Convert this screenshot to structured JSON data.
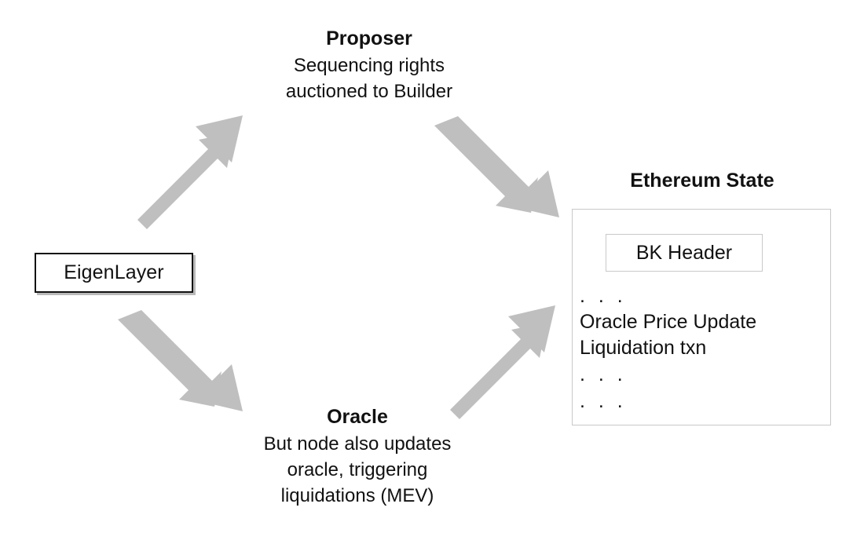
{
  "diagram": {
    "title": "EigenLayer proposer / oracle MEV flow",
    "background_color": "#ffffff",
    "arrow_color": "#bfbfbf",
    "text_color": "#111111",
    "box_border_color": "#c8c8c8"
  },
  "nodes": {
    "eigenlayer": {
      "label": "EigenLayer"
    },
    "proposer": {
      "title": "Proposer",
      "desc_line_1": "Sequencing rights",
      "desc_line_2": "auctioned to Builder"
    },
    "oracle": {
      "title": "Oracle",
      "desc_line_1": "But node also updates",
      "desc_line_2": "oracle, triggering",
      "desc_line_3": "liquidations (MEV)"
    },
    "ethereum_state": {
      "title": "Ethereum State",
      "bk_header_label": "BK Header",
      "lines": [
        ". . .",
        "Oracle Price Update",
        "Liquidation txn",
        ". . .",
        ". . ."
      ]
    }
  },
  "arrows": [
    {
      "name": "eigenlayer-to-proposer",
      "from": "EigenLayer",
      "to": "Proposer",
      "direction": "up-right"
    },
    {
      "name": "proposer-to-ethereum-state",
      "from": "Proposer",
      "to": "Ethereum State",
      "direction": "down-right"
    },
    {
      "name": "eigenlayer-to-oracle",
      "from": "EigenLayer",
      "to": "Oracle",
      "direction": "down-right"
    },
    {
      "name": "oracle-to-ethereum-state",
      "from": "Oracle",
      "to": "Ethereum State",
      "direction": "up-right"
    }
  ]
}
